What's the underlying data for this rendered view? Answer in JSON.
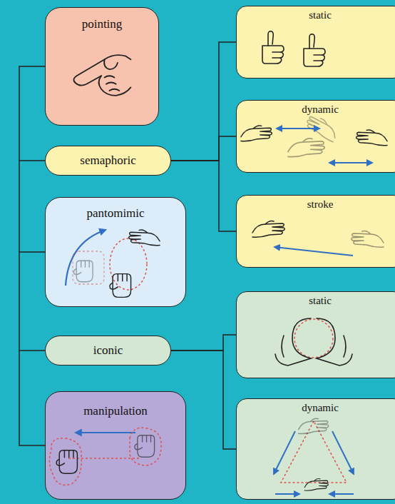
{
  "diagram": {
    "nodes": [
      {
        "text": [
          "pointing"
        ]
      },
      {
        "text": [
          "semaphoric"
        ]
      },
      {
        "text": [
          "pantomimic"
        ]
      },
      {
        "text": [
          "iconic"
        ]
      },
      {
        "text": [
          "manipulation"
        ]
      },
      {
        "text": [
          "static"
        ]
      },
      {
        "text": [
          "dynamic"
        ]
      },
      {
        "text": [
          "stroke"
        ]
      },
      {
        "text": [
          "static"
        ]
      },
      {
        "text": [
          "dynamic"
        ]
      }
    ],
    "edges": [
      {
        "from": 1,
        "to": 5,
        "arrow": "none"
      },
      {
        "from": 1,
        "to": 6,
        "arrow": "none"
      },
      {
        "from": 1,
        "to": 7,
        "arrow": "none"
      },
      {
        "from": 3,
        "to": 8,
        "arrow": "none"
      },
      {
        "from": 3,
        "to": 9,
        "arrow": "none"
      }
    ]
  }
}
